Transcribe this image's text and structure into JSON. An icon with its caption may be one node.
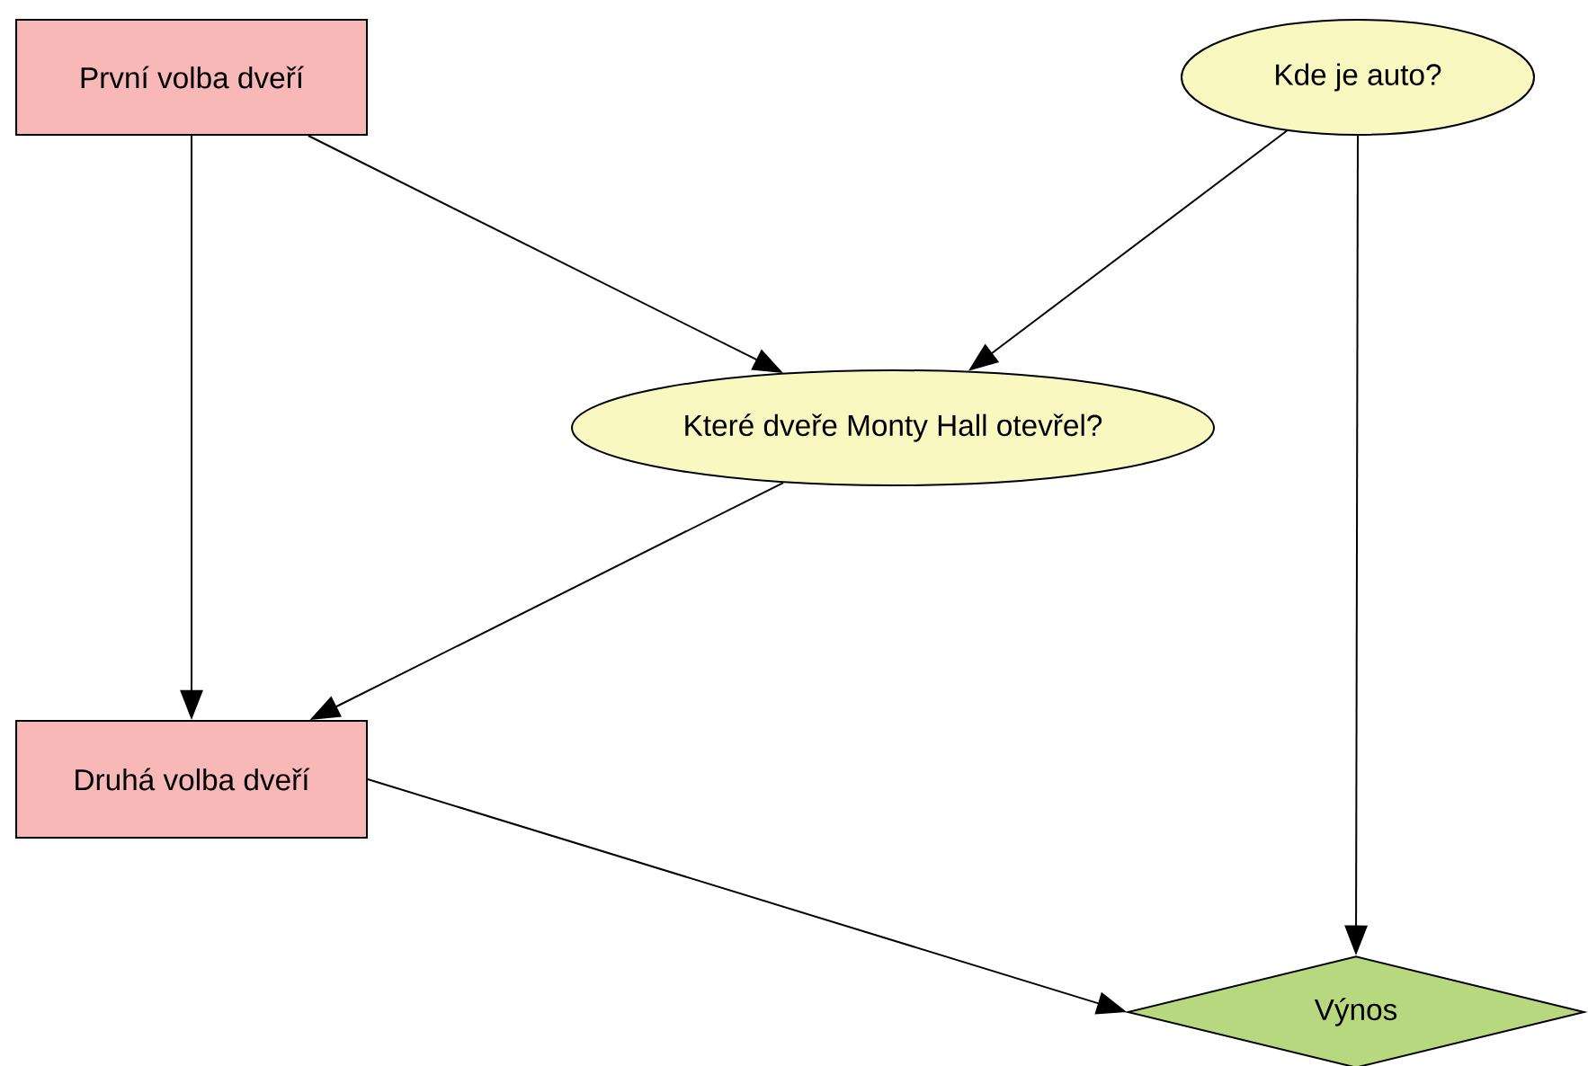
{
  "diagram": {
    "nodes": [
      {
        "text": [
          "První volba dveří"
        ]
      },
      {
        "text": [
          "Kde je auto?"
        ]
      },
      {
        "text": [
          "Které dveře Monty Hall otevřel?"
        ]
      },
      {
        "text": [
          "Druhá volba dveří"
        ]
      },
      {
        "text": [
          "Výnos"
        ]
      }
    ],
    "edges": [
      {
        "from": 0,
        "to": 3,
        "arrow": "to"
      },
      {
        "from": 0,
        "to": 2,
        "arrow": "to"
      },
      {
        "from": 1,
        "to": 2,
        "arrow": "to"
      },
      {
        "from": 1,
        "to": 4,
        "arrow": "to"
      },
      {
        "from": 2,
        "to": 3,
        "arrow": "to"
      },
      {
        "from": 3,
        "to": 4,
        "arrow": "to"
      }
    ]
  }
}
